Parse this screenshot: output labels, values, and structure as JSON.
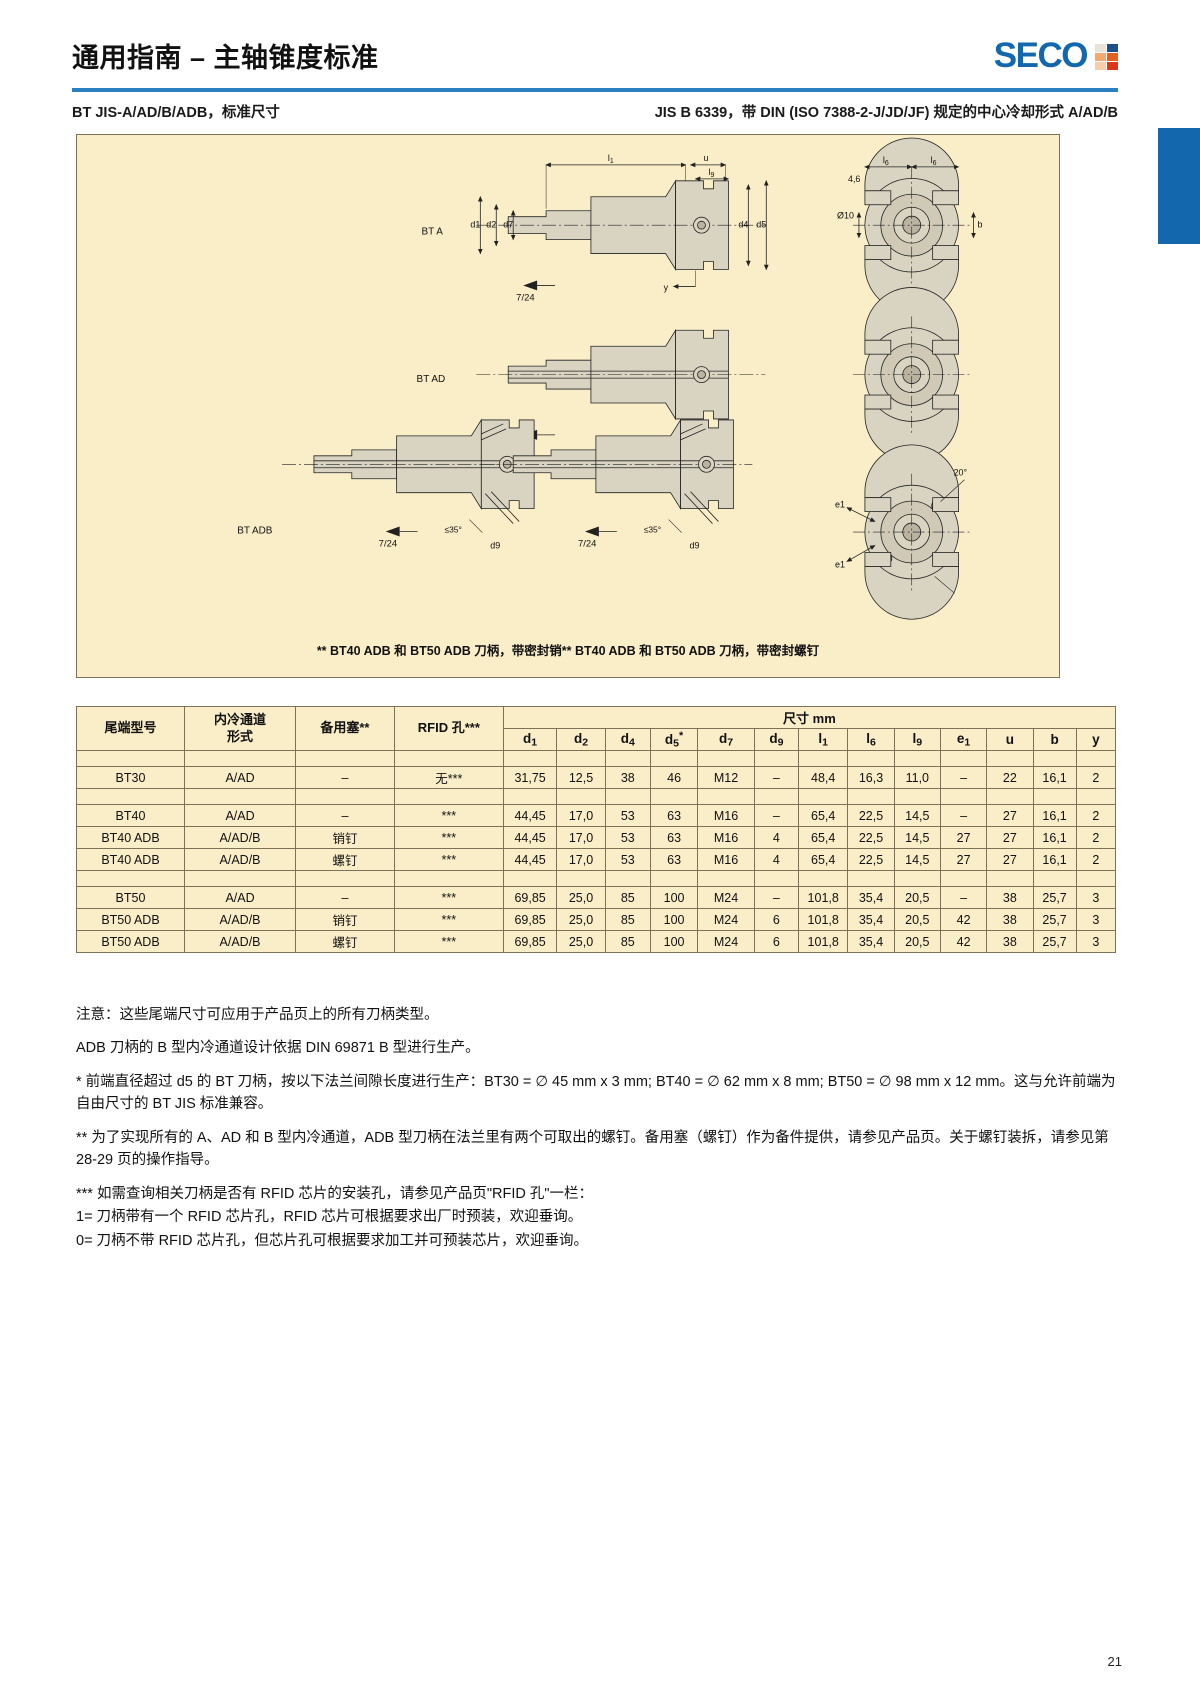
{
  "header": {
    "title": "通用指南 – 主轴锥度标准",
    "brand": "SECO",
    "brand_colors": [
      "#e8e3d8",
      "#1367ad",
      "#f2a36a",
      "#e8622a",
      "#f2c9a0",
      "#e03c1c"
    ],
    "accent_color": "#1367ad",
    "subhead_left": "BT JIS-A/AD/B/ADB，标准尺寸",
    "subhead_right": "JIS B 6339，带 DIN (ISO 7388-2-J/JD/JF) 规定的中心冷却形式 A/AD/B"
  },
  "figure": {
    "panel_bg": "#faeec9",
    "row_labels": [
      "BT A",
      "BT AD",
      "BT ADB"
    ],
    "taper_label": "7/24",
    "dim_labels": {
      "l1": "l1",
      "u": "u",
      "l9": "l9",
      "l6": "l6",
      "d1": "d1",
      "d2": "d2",
      "d7": "d7",
      "d4": "d4",
      "d5": "d5",
      "d9": "d9",
      "e1": "e1",
      "b": "b",
      "y": "y",
      "angle_35": "≤35°",
      "angle_20": "20°",
      "dia10": "Ø10",
      "offset46": "4,6"
    },
    "note_left": "** BT40 ADB 和 BT50 ADB 刀柄，带密封销",
    "note_right": "** BT40 ADB 和 BT50 ADB 刀柄，带密封螺钉"
  },
  "table": {
    "group_header": "尺寸 mm",
    "stub_headers": [
      "尾端型号",
      "内冷通道\n形式",
      "备用塞**",
      "RFID 孔***"
    ],
    "stub_headers_flat": [
      "尾端型号",
      "内冷通道 形式",
      "备用塞**",
      "RFID 孔***"
    ],
    "dim_headers": [
      "d1",
      "d2",
      "d4",
      "d5*",
      "d7",
      "d9",
      "l1",
      "l6",
      "l9",
      "e1",
      "u",
      "b",
      "y"
    ],
    "groups": [
      {
        "rows": [
          {
            "model": "BT30",
            "channel": "A/AD",
            "plug": "–",
            "rfid": "无***",
            "values": [
              "31,75",
              "12,5",
              "38",
              "46",
              "M12",
              "–",
              "48,4",
              "16,3",
              "11,0",
              "–",
              "22",
              "16,1",
              "2"
            ]
          }
        ]
      },
      {
        "rows": [
          {
            "model": "BT40",
            "channel": "A/AD",
            "plug": "–",
            "rfid": "***",
            "values": [
              "44,45",
              "17,0",
              "53",
              "63",
              "M16",
              "–",
              "65,4",
              "22,5",
              "14,5",
              "–",
              "27",
              "16,1",
              "2"
            ]
          },
          {
            "model": "BT40 ADB",
            "channel": "A/AD/B",
            "plug": "销钉",
            "rfid": "***",
            "values": [
              "44,45",
              "17,0",
              "53",
              "63",
              "M16",
              "4",
              "65,4",
              "22,5",
              "14,5",
              "27",
              "27",
              "16,1",
              "2"
            ]
          },
          {
            "model": "BT40 ADB",
            "channel": "A/AD/B",
            "plug": "螺钉",
            "rfid": "***",
            "values": [
              "44,45",
              "17,0",
              "53",
              "63",
              "M16",
              "4",
              "65,4",
              "22,5",
              "14,5",
              "27",
              "27",
              "16,1",
              "2"
            ]
          }
        ]
      },
      {
        "rows": [
          {
            "model": "BT50",
            "channel": "A/AD",
            "plug": "–",
            "rfid": "***",
            "values": [
              "69,85",
              "25,0",
              "85",
              "100",
              "M24",
              "–",
              "101,8",
              "35,4",
              "20,5",
              "–",
              "38",
              "25,7",
              "3"
            ]
          },
          {
            "model": "BT50 ADB",
            "channel": "A/AD/B",
            "plug": "销钉",
            "rfid": "***",
            "values": [
              "69,85",
              "25,0",
              "85",
              "100",
              "M24",
              "6",
              "101,8",
              "35,4",
              "20,5",
              "42",
              "38",
              "25,7",
              "3"
            ]
          },
          {
            "model": "BT50 ADB",
            "channel": "A/AD/B",
            "plug": "螺钉",
            "rfid": "***",
            "values": [
              "69,85",
              "25,0",
              "85",
              "100",
              "M24",
              "6",
              "101,8",
              "35,4",
              "20,5",
              "42",
              "38",
              "25,7",
              "3"
            ]
          }
        ]
      }
    ]
  },
  "notes": [
    "注意：这些尾端尺寸可应用于产品页上的所有刀柄类型。",
    "ADB 刀柄的 B 型内冷通道设计依据 DIN 69871 B 型进行生产。",
    "* 前端直径超过 d5 的 BT 刀柄，按以下法兰间隙长度进行生产：BT30 = ∅ 45 mm x 3 mm; BT40 = ∅ 62 mm x 8 mm; BT50 = ∅ 98 mm x 12 mm。这与允许前端为自由尺寸的 BT JIS 标准兼容。",
    "** 为了实现所有的 A、AD 和 B 型内冷通道，ADB 型刀柄在法兰里有两个可取出的螺钉。备用塞（螺钉）作为备件提供，请参见产品页。关于螺钉装拆，请参见第 28-29 页的操作指导。",
    "*** 如需查询相关刀柄是否有 RFID 芯片的安装孔，请参见产品页\"RFID 孔\"一栏：",
    "1= 刀柄带有一个 RFID 芯片孔，RFID 芯片可根据要求出厂时预装，欢迎垂询。",
    "0= 刀柄不带 RFID 芯片孔，但芯片孔可根据要求加工并可预装芯片，欢迎垂询。"
  ],
  "footer": {
    "page_number": "21"
  }
}
